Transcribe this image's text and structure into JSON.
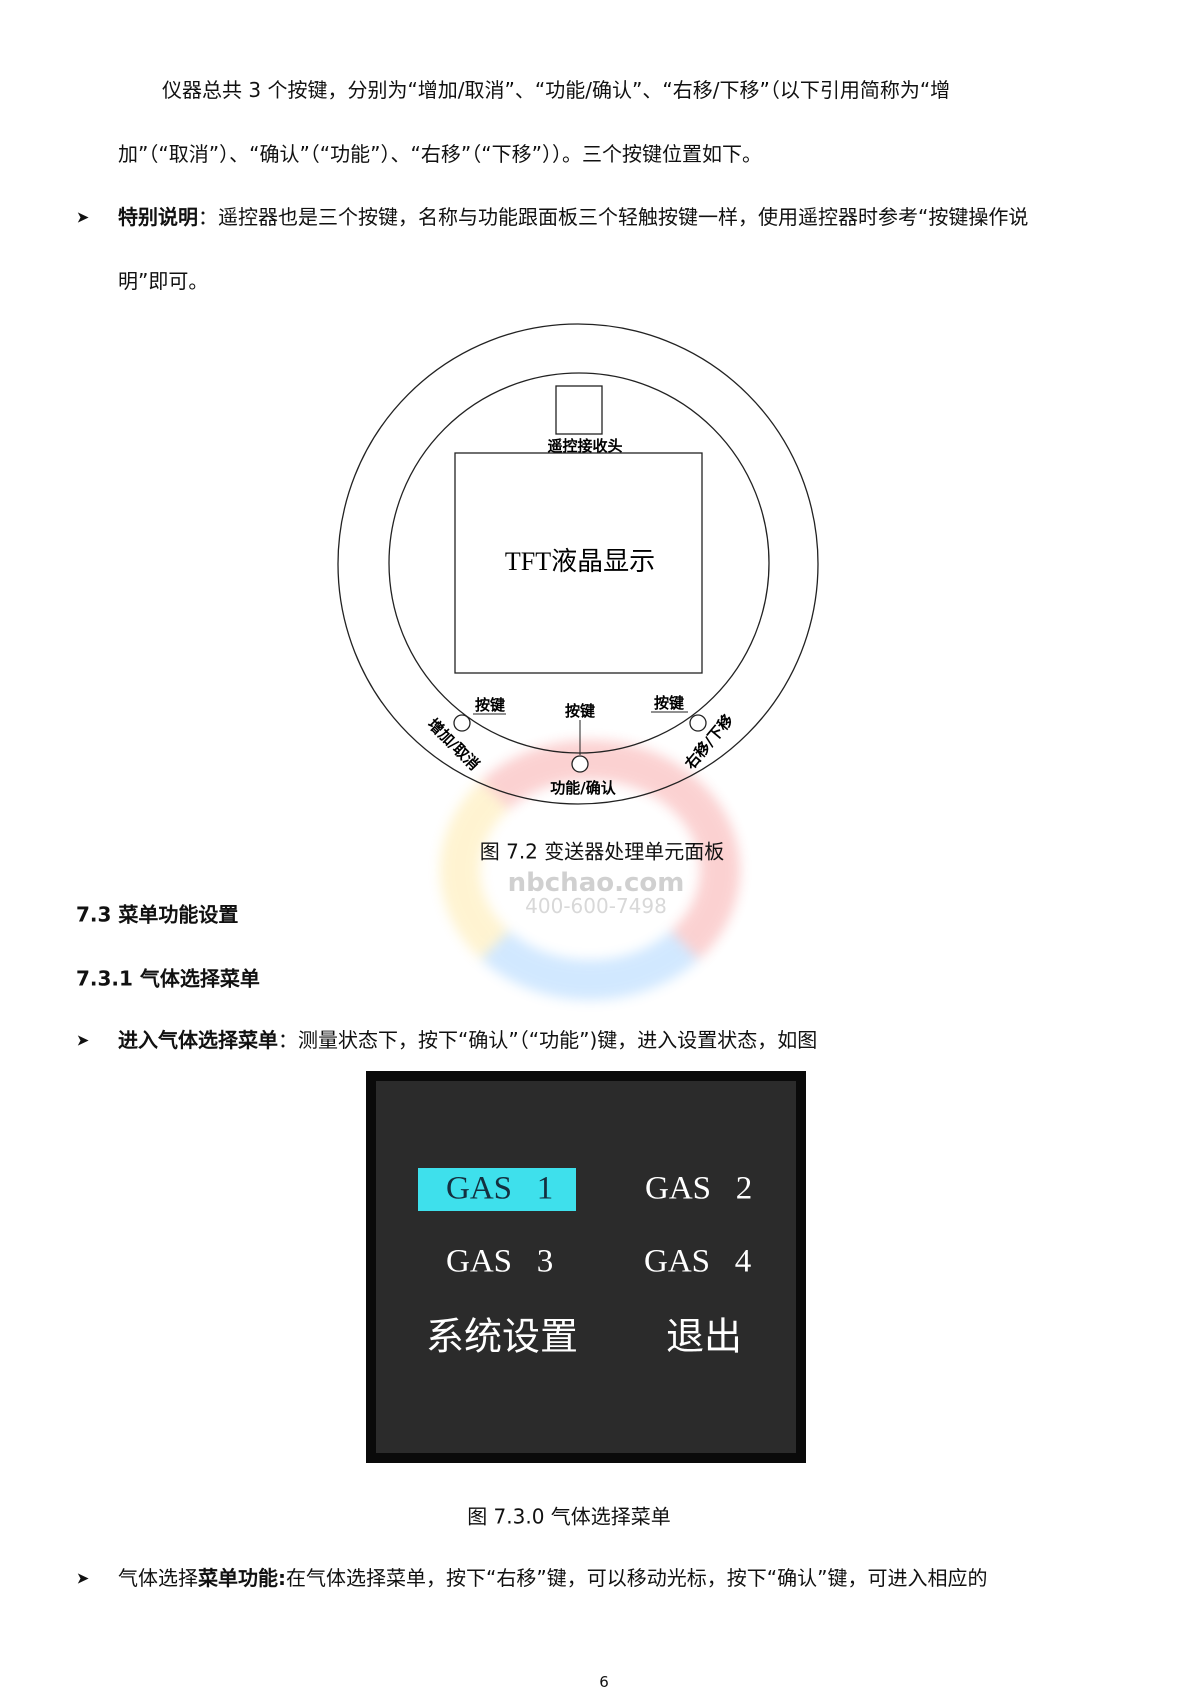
{
  "paragraphs": {
    "p1_line1": "仪器总共 3 个按键，分别为“增加/取消”、“功能/确认”、“右移/下移”（以下引用简称为“增",
    "p1_line2": "加”（“取消”）、“确认”（“功能”）、“右移”（“下移”））。三个按键位置如下。",
    "note_label": "特别说明",
    "note_line1": "：遥控器也是三个按键，名称与功能跟面板三个轻触按键一样，使用遥控器时参考“按键操作说",
    "note_line2": "明”即可。"
  },
  "bullet_icon": "arrowhead-bullet-icon",
  "figure1": {
    "receiver_label": "遥控接收头",
    "display_label": "TFT液晶显示",
    "key_label": "按键",
    "left_key": "增加/取消",
    "center_key": "功能/确认",
    "right_key": "右移/下移",
    "caption": "图 7.2  变送器处理单元面板"
  },
  "watermark": {
    "site": "nbchao.com",
    "phone": "400-600-7498"
  },
  "section": {
    "heading": "7.3  菜单功能设置",
    "subheading": "7.3.1  气体选择菜单",
    "enter_label": "进入气体选择菜单",
    "enter_text": "：测量状态下，按下“确认”（“功能”)键，进入设置状态，如图"
  },
  "figure2": {
    "items": [
      "GAS   1",
      "GAS   2",
      "GAS   3",
      "GAS   4",
      "系统设置",
      "退出"
    ],
    "selected_index": 0,
    "highlight_color": "#3ee0ec",
    "caption": "图 7.3.0 气体选择菜单"
  },
  "last_bullet": {
    "prefix": "气体选择",
    "bold": "菜单功能:",
    "text": "在气体选择菜单，按下“右移”键，可以移动光标，按下“确认”键，可进入相应的"
  },
  "page_number": "6"
}
